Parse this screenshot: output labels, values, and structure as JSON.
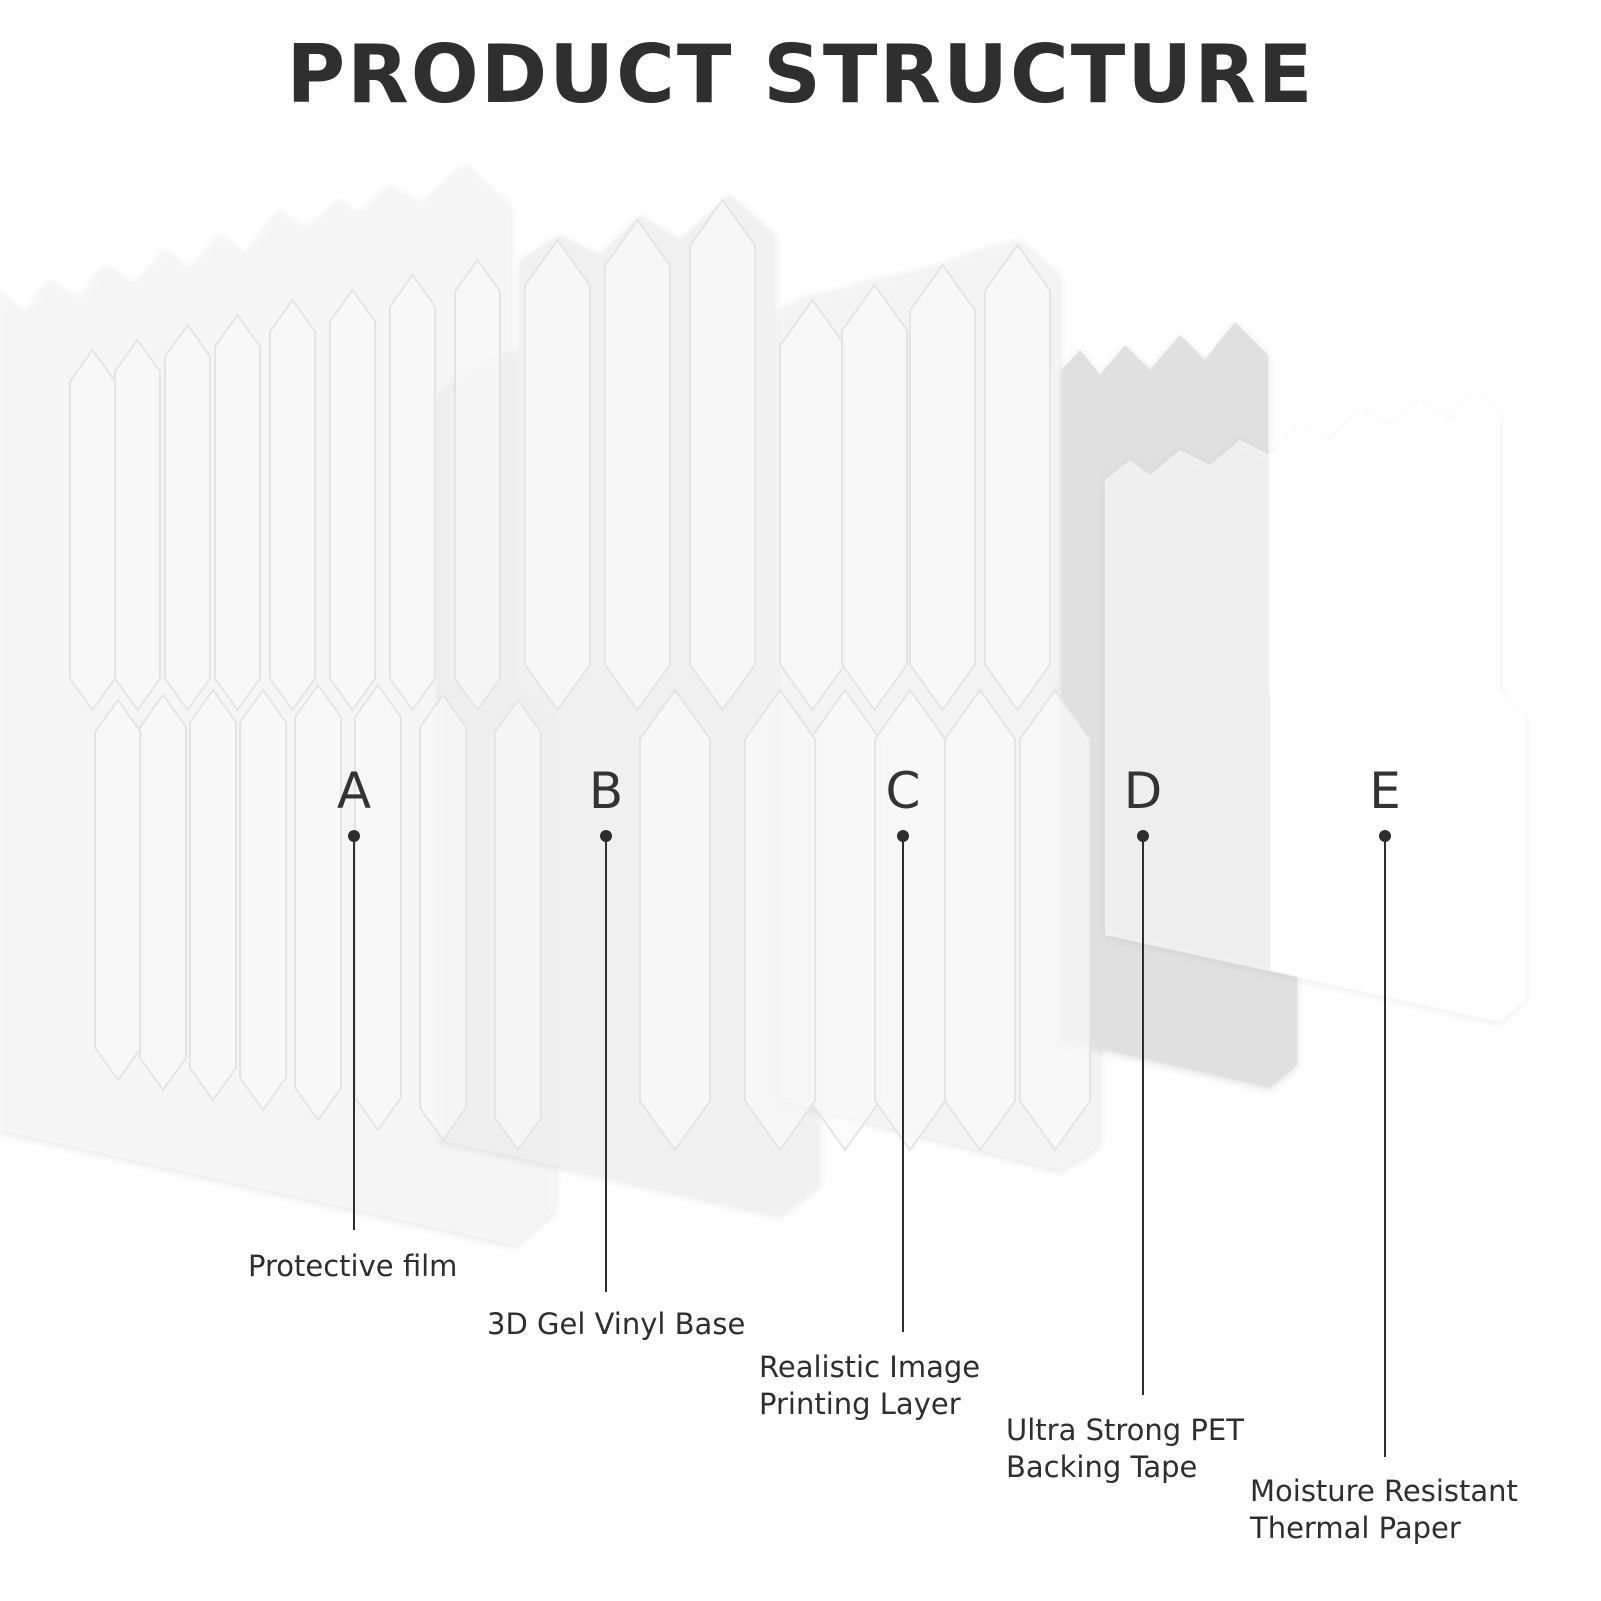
{
  "title": "PRODUCT STRUCTURE",
  "layers": [
    {
      "letter": "A",
      "label_line1": "Protective film",
      "label_line2": ""
    },
    {
      "letter": "B",
      "label_line1": "3D Gel Vinyl Base",
      "label_line2": ""
    },
    {
      "letter": "C",
      "label_line1": "Realistic Image",
      "label_line2": "Printing Layer"
    },
    {
      "letter": "D",
      "label_line1": "Ultra Strong PET",
      "label_line2": "Backing Tape"
    },
    {
      "letter": "E",
      "label_line1": "Moisture Resistant",
      "label_line2": "Thermal Paper"
    }
  ],
  "colors": {
    "text": "#2e2e2e",
    "sheet": "#f4f4f4",
    "backing": "#e0e0e0"
  }
}
